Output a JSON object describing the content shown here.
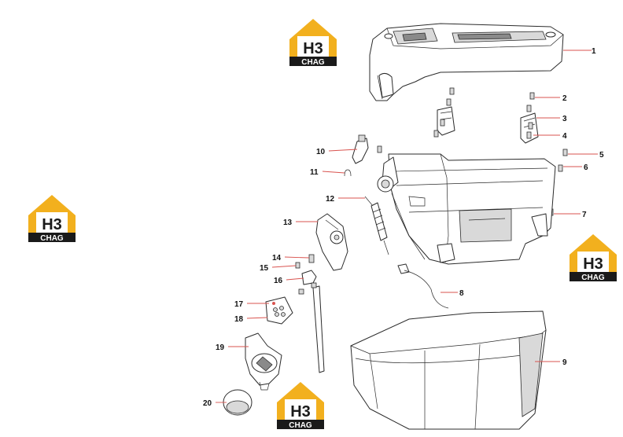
{
  "colors": {
    "watermark_yellow": "#f2b01e",
    "watermark_black": "#1a1a1a",
    "leader_red": "#d9534f",
    "line": "#2b2b2b"
  },
  "watermark": {
    "logo_main": "H3",
    "logo_sub": "CHAG"
  },
  "callouts": [
    "1",
    "2",
    "3",
    "4",
    "5",
    "6",
    "7",
    "8",
    "9",
    "10",
    "11",
    "12",
    "13",
    "14",
    "15",
    "16",
    "17",
    "18",
    "19",
    "20"
  ]
}
